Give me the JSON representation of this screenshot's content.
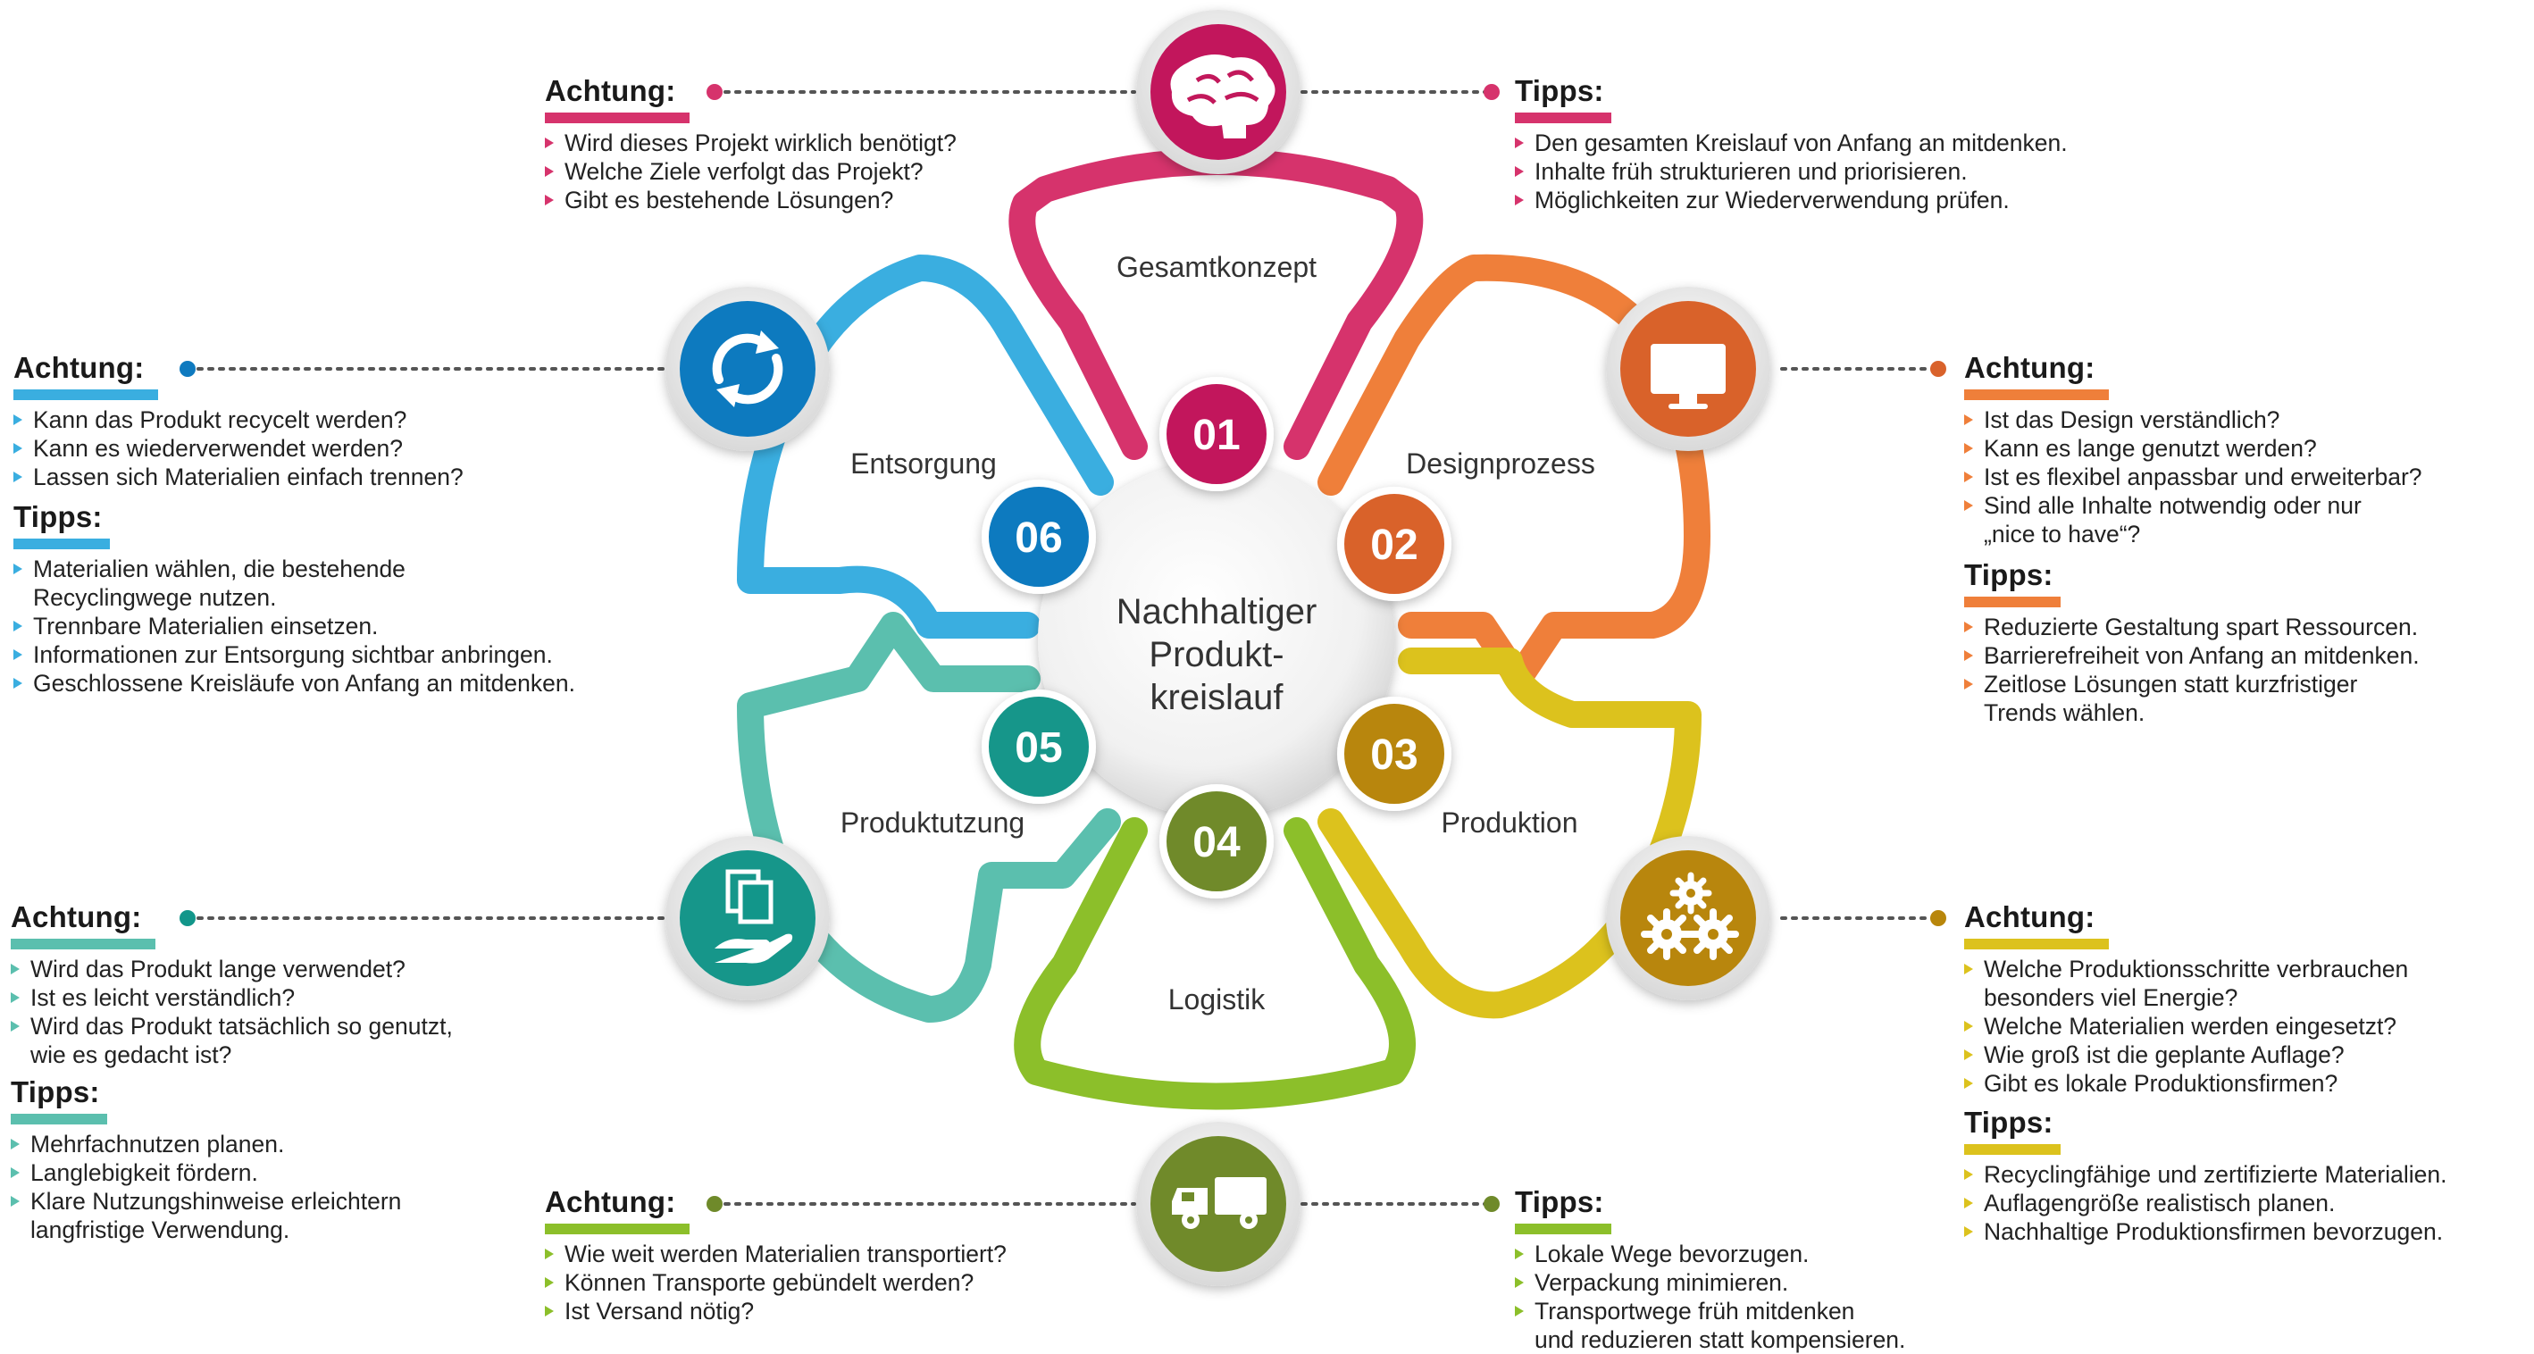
{
  "center": {
    "line1": "Nachhaltiger",
    "line2": "Produkt-",
    "line3": "kreislauf"
  },
  "stages": [
    {
      "num": "01",
      "label": "Gesamtkonzept",
      "color": "#c2185b",
      "icon": "brain-icon"
    },
    {
      "num": "02",
      "label": "Designprozess",
      "color": "#d9622b",
      "icon": "monitor-icon"
    },
    {
      "num": "03",
      "label": "Produktion",
      "color": "#b8860b",
      "icon": "gears-icon"
    },
    {
      "num": "04",
      "label": "Logistik",
      "color": "#6f8a2a",
      "icon": "truck-icon"
    },
    {
      "num": "05",
      "label": "Produktutzung",
      "color": "#12968a",
      "icon": "hand-documents-icon"
    },
    {
      "num": "06",
      "label": "Entsorgung",
      "color": "#0f7abf",
      "icon": "recycle-icon"
    }
  ],
  "blocks": {
    "gesamt_achtung": {
      "title": "Achtung:",
      "color": "#d6336c",
      "items": [
        "Wird dieses Projekt wirklich benötigt?",
        "Welche Ziele verfolgt das Projekt?",
        "Gibt es bestehende Lösungen?"
      ]
    },
    "gesamt_tipps": {
      "title": "Tipps:",
      "color": "#d6336c",
      "items": [
        "Den gesamten Kreislauf von Anfang an mitdenken.",
        "Inhalte früh strukturieren und priorisieren.",
        "Möglichkeiten zur Wiederverwendung prüfen."
      ]
    },
    "design_achtung": {
      "title": "Achtung:",
      "color": "#ef7f3a",
      "items": [
        "Ist das Design verständlich?",
        "Kann es lange genutzt werden?",
        "Ist es flexibel anpassbar und erweiterbar?",
        "Sind alle Inhalte notwendig oder nur\n„nice to have“?"
      ]
    },
    "design_tipps": {
      "title": "Tipps:",
      "color": "#ef7f3a",
      "items": [
        "Reduzierte Gestaltung spart Ressourcen.",
        "Barrierefreiheit von Anfang an mitdenken.",
        "Zeitlose Lösungen statt kurzfristiger\nTrends wählen."
      ]
    },
    "produktion_achtung": {
      "title": "Achtung:",
      "color": "#dcc21d",
      "items": [
        "Welche Produktionsschritte verbrauchen\nbesonders viel Energie?",
        "Welche Materialien werden eingesetzt?",
        "Wie groß ist die geplante Auflage?",
        "Gibt es lokale Produktionsfirmen?"
      ]
    },
    "produktion_tipps": {
      "title": "Tipps:",
      "color": "#dcc21d",
      "items": [
        "Recyclingfähige und zertifizierte Materialien.",
        "Auflagengröße realistisch planen.",
        "Nachhaltige Produktionsfirmen bevorzugen."
      ]
    },
    "logistik_achtung": {
      "title": "Achtung:",
      "color": "#8cbf2a",
      "items": [
        "Wie weit werden Materialien transportiert?",
        "Können Transporte gebündelt werden?",
        "Ist Versand nötig?"
      ]
    },
    "logistik_tipps": {
      "title": "Tipps:",
      "color": "#8cbf2a",
      "items": [
        "Lokale Wege bevorzugen.",
        "Verpackung minimieren.",
        "Transportwege früh mitdenken\nund reduzieren statt kompensieren."
      ]
    },
    "nutzung_achtung": {
      "title": "Achtung:",
      "color": "#5bbfae",
      "items": [
        "Wird das Produkt lange verwendet?",
        "Ist es leicht verständlich?",
        "Wird das Produkt tatsächlich so genutzt,\nwie es gedacht ist?"
      ]
    },
    "nutzung_tipps": {
      "title": "Tipps:",
      "color": "#5bbfae",
      "items": [
        "Mehrfachnutzen planen.",
        "Langlebigkeit fördern.",
        "Klare Nutzungshinweise erleichtern\nlangfristige Verwendung."
      ]
    },
    "entsorgung_achtung": {
      "title": "Achtung:",
      "color": "#3aaee0",
      "items": [
        "Kann das Produkt recycelt werden?",
        "Kann es wiederverwendet werden?",
        "Lassen sich Materialien einfach trennen?"
      ]
    },
    "entsorgung_tipps": {
      "title": "Tipps:",
      "color": "#3aaee0",
      "items": [
        "Materialien wählen, die bestehende\nRecyclingwege nutzen.",
        "Trennbare Materialien einsetzen.",
        "Informationen zur Entsorgung sichtbar anbringen.",
        "Geschlossene Kreisläufe von Anfang an mitdenken."
      ]
    }
  }
}
